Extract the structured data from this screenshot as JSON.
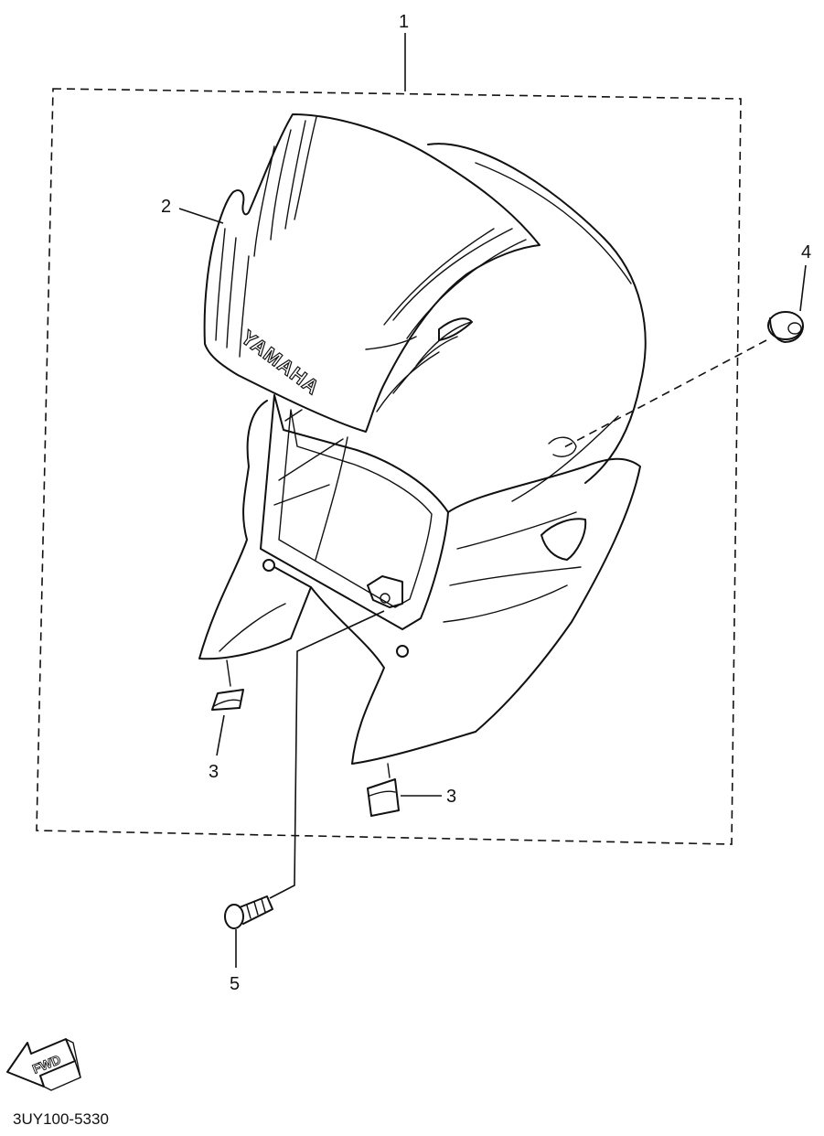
{
  "callouts": {
    "c1": "1",
    "c2": "2",
    "c3a": "3",
    "c3b": "3",
    "c4": "4",
    "c5": "5"
  },
  "windscreen_brand": "YAMAHA",
  "direction_arrow_label": "FWD",
  "diagram_code": "3UY100-5330"
}
